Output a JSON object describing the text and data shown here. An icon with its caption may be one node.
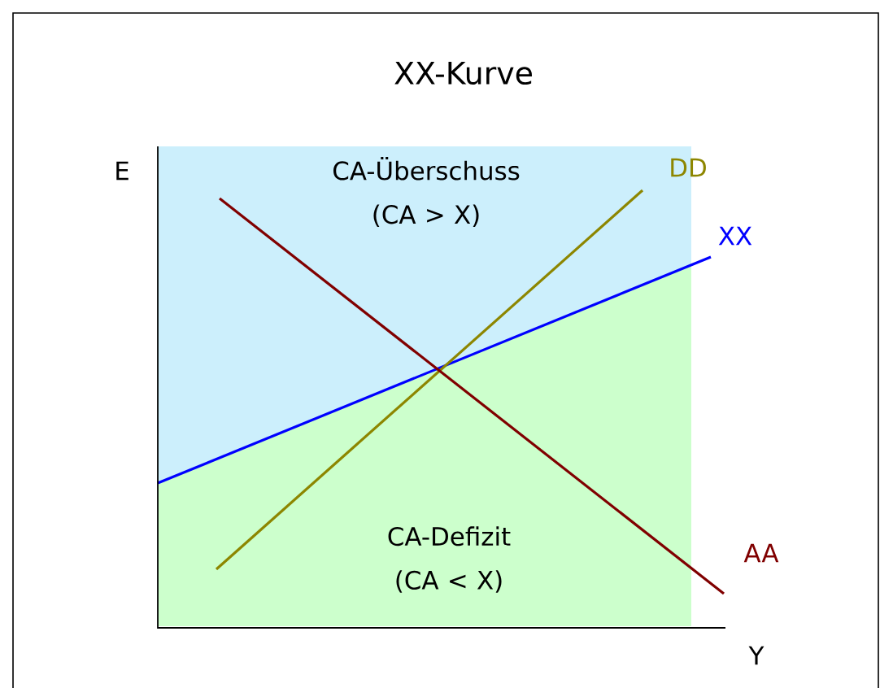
{
  "diagram": {
    "title": "XX-Kurve",
    "nodes": [
      {
        "text": [
          "CA-Überschuss (CA > X)"
        ]
      },
      {
        "text": [
          "CA-Defizit (CA < X)"
        ]
      }
    ],
    "edges": [],
    "labels": [
      "E",
      "DD",
      "XX",
      "AA",
      "Y"
    ]
  }
}
